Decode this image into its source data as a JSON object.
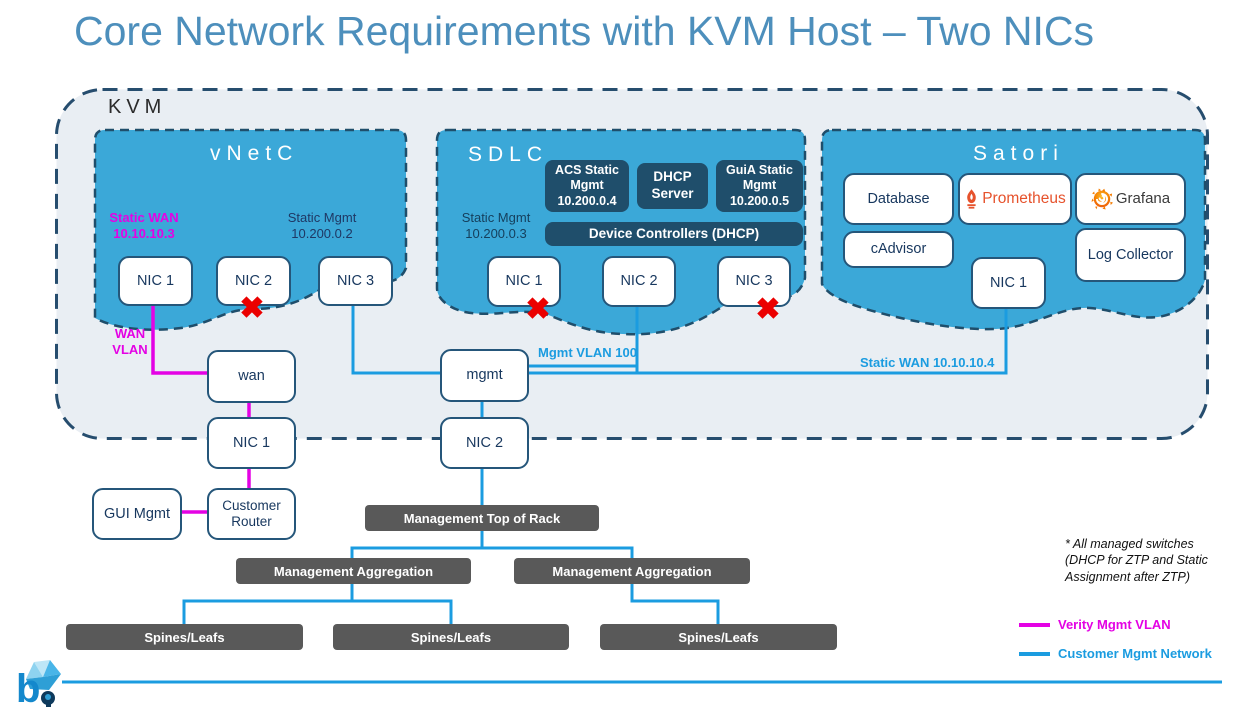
{
  "title": "Core Network Requirements with KVM Host – Two NICs",
  "colors": {
    "title": "#4D8FBC",
    "kvm_fill": "#E9EEF3",
    "kvm_border": "#264D6E",
    "cloud_fill": "#3BA8D8",
    "cloud_border": "#1F4E6B",
    "navy_box": "#1F4E6B",
    "white_box_border": "#25567A",
    "box_text": "#17375E",
    "gray_bar": "#595959",
    "magenta": "#E402E4",
    "blue_line": "#1B9CE0",
    "red_x": "#EB0000",
    "prometheus": "#E6522C"
  },
  "kvm": {
    "label": "KVM"
  },
  "vnetc": {
    "title": "vNetC",
    "static_wan": "Static WAN\n10.10.10.3",
    "static_mgmt": "Static Mgmt\n10.200.0.2",
    "nic1": "NIC 1",
    "nic2": "NIC 2",
    "nic3": "NIC 3"
  },
  "sdlc": {
    "title": "SDLC",
    "acs": "ACS Static\nMgmt\n10.200.0.4",
    "dhcp_server": "DHCP\nServer",
    "guia": "GuiA Static\nMgmt\n10.200.0.5",
    "device_controllers": "Device Controllers (DHCP)",
    "static_mgmt": "Static Mgmt\n10.200.0.3",
    "nic1": "NIC 1",
    "nic2": "NIC 2",
    "nic3": "NIC 3"
  },
  "satori": {
    "title": "Satori",
    "database": "Database",
    "prometheus": "Prometheus",
    "grafana": "Grafana",
    "cadvisor": "cAdvisor",
    "log_collector": "Log Collector",
    "nic1": "NIC 1"
  },
  "bridges": {
    "wan": "wan",
    "mgmt": "mgmt",
    "host_nic1": "NIC 1",
    "host_nic2": "NIC 2"
  },
  "edge": {
    "gui_mgmt": "GUI Mgmt",
    "customer_router": "Customer\nRouter"
  },
  "line_labels": {
    "wan_vlan": "WAN\nVLAN",
    "mgmt_vlan_100": "Mgmt VLAN 100",
    "static_wan_4": "Static WAN 10.10.10.4"
  },
  "switches": {
    "tor": "Management Top of Rack",
    "agg_left": "Management Aggregation",
    "agg_right": "Management Aggregation",
    "spines1": "Spines/Leafs",
    "spines2": "Spines/Leafs",
    "spines3": "Spines/Leafs"
  },
  "note": "* All managed switches\n(DHCP for ZTP and Static\nAssignment after ZTP)",
  "legend": {
    "verity": "Verity Mgmt VLAN",
    "customer": "Customer Mgmt Network"
  },
  "x_mark": "✖",
  "icons": {
    "prometheus": "flame-icon",
    "grafana": "grafana-spiral-icon",
    "footer": "brand-logo"
  }
}
